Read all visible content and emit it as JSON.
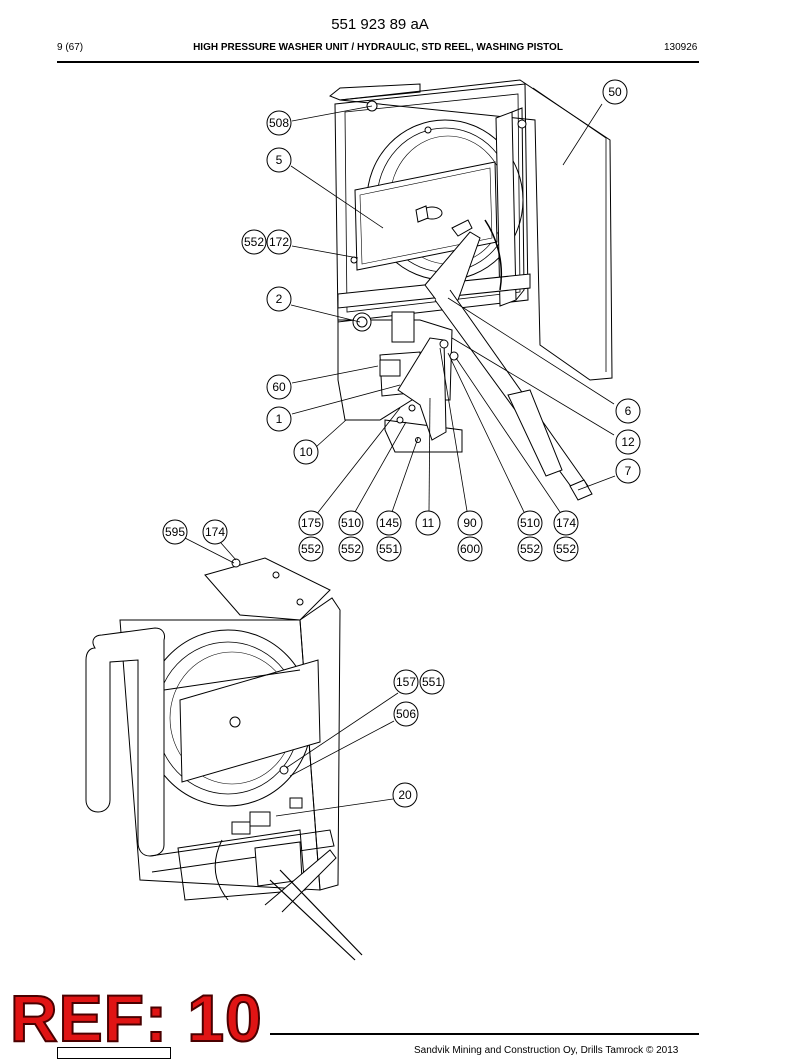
{
  "header": {
    "doc_number": "551 923 89 aA",
    "page": "9 (67)",
    "title": "HIGH PRESSURE WASHER UNIT / HYDRAULIC, STD REEL, WASHING PISTOL",
    "date": "130926"
  },
  "callouts": {
    "c50": "50",
    "c508": "508",
    "c5": "5",
    "c552a": "552",
    "c172a": "172",
    "c2": "2",
    "c60": "60",
    "c1": "1",
    "c10": "10",
    "c6": "6",
    "c12": "12",
    "c7": "7",
    "c175": "175",
    "c510a": "510",
    "c145": "145",
    "c11": "11",
    "c90": "90",
    "c510b": "510",
    "c174a": "174",
    "c552b": "552",
    "c552c": "552",
    "c551a": "551",
    "c600": "600",
    "c552d": "552",
    "c552e": "552",
    "c595": "595",
    "c174b": "174",
    "c157": "157",
    "c551b": "551",
    "c506": "506",
    "c20": "20"
  },
  "stamp": {
    "text": "REF: 10"
  },
  "footer": {
    "text": "Sandvik Mining and Construction Oy, Drills Tamrock © 2013"
  }
}
